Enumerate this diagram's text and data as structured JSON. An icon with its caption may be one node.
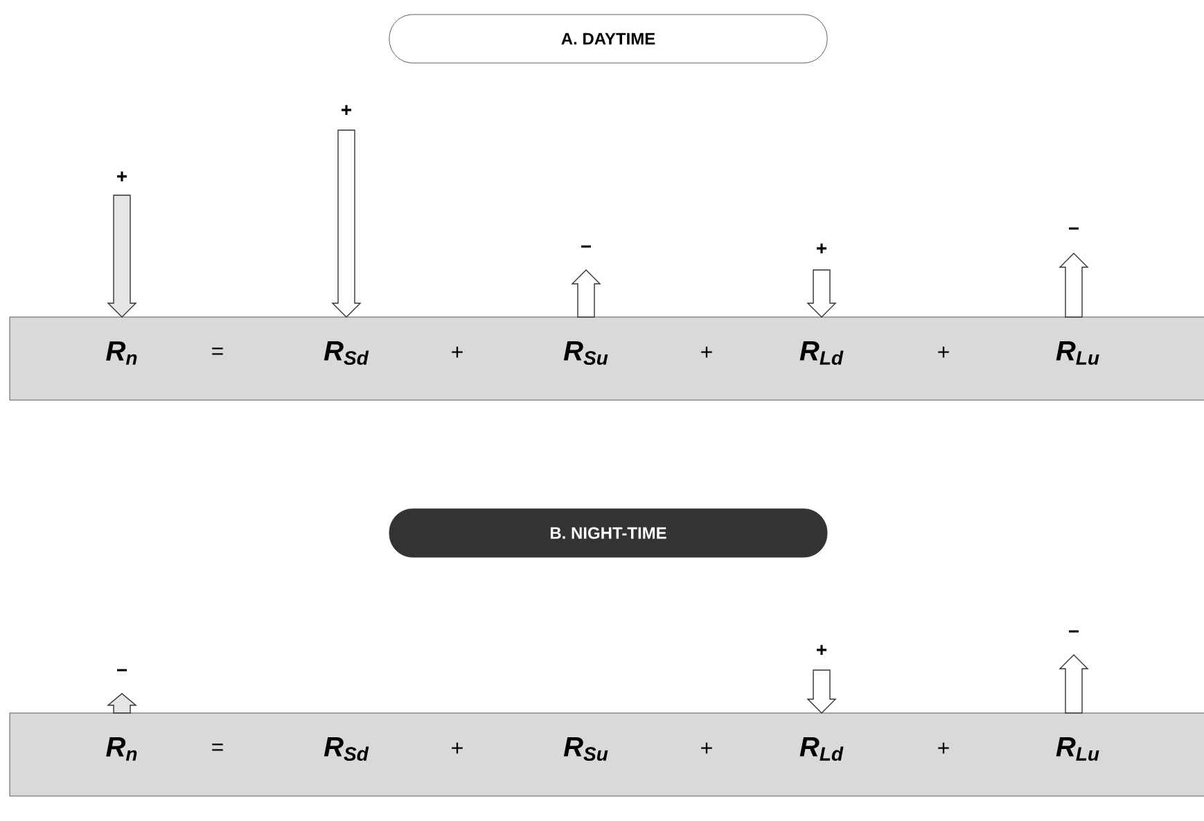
{
  "diagram": {
    "nodes": [
      {
        "text": [
          "A. DAYTIME"
        ]
      },
      {
        "text": [
          "R$_{n}$",
          "=",
          "R$_{Sd}$",
          "+",
          "R$_{Su}$",
          "+",
          "R$_{Ld}$",
          "+",
          "R$_{Lu}$"
        ]
      },
      {
        "text": [
          "B. NIGHT-TIME"
        ]
      },
      {
        "text": [
          "R$_{n}$",
          "=",
          "R$_{Sd}$",
          "+",
          "R$_{Su}$",
          "+",
          "R$_{Ld}$",
          "+",
          "R$_{Lu}$"
        ]
      }
    ],
    "labels": [
      "+",
      "+",
      "−",
      "+",
      "−",
      "−",
      "+",
      "−"
    ]
  }
}
